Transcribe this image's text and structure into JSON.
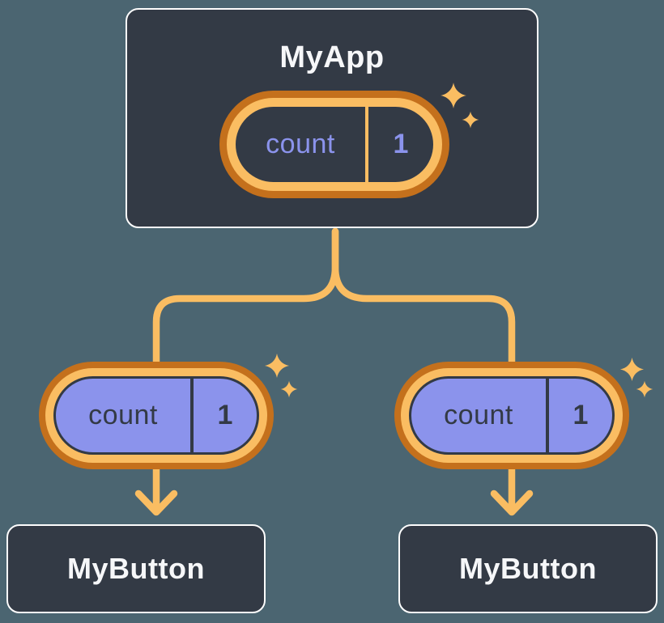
{
  "colors": {
    "canvas_bg": "#4B6571",
    "node_bg": "#333A45",
    "node_border": "#FDFDFD",
    "node_text": "#F6F7F9",
    "ring_outer": "#C4701C",
    "ring_inner": "#FABD62",
    "connector": "#FABD62",
    "sparkle": "#FABD62",
    "state_text": "#8B93EC",
    "prop_bg": "#8B93EC",
    "prop_text": "#333A45",
    "prop_outline": "#333A45"
  },
  "diagram": {
    "root": {
      "title": "MyApp",
      "state_pill": {
        "label": "count",
        "value": "1"
      }
    },
    "children": [
      {
        "title": "MyButton",
        "prop_pill": {
          "label": "count",
          "value": "1"
        }
      },
      {
        "title": "MyButton",
        "prop_pill": {
          "label": "count",
          "value": "1"
        }
      }
    ]
  }
}
